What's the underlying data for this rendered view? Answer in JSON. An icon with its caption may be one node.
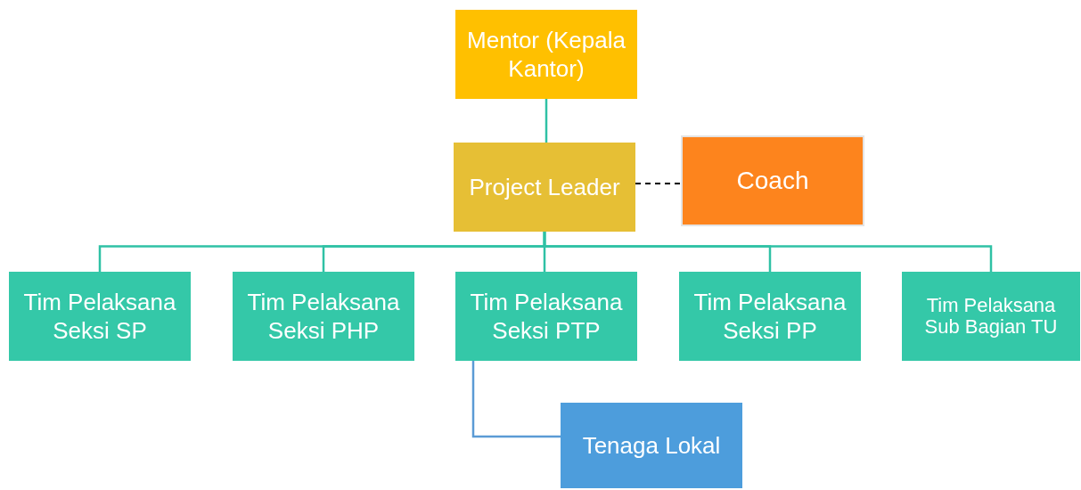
{
  "diagram": {
    "nodes": [
      {
        "text": [
          "Mentor (Kepala Kantor)"
        ]
      },
      {
        "text": [
          "Project Leader"
        ]
      },
      {
        "text": [
          "Coach"
        ]
      },
      {
        "text": [
          "Tim Pelaksana Seksi SP"
        ]
      },
      {
        "text": [
          "Tim Pelaksana Seksi PHP"
        ]
      },
      {
        "text": [
          "Tim Pelaksana Seksi PTP"
        ]
      },
      {
        "text": [
          "Tim Pelaksana Seksi PP"
        ]
      },
      {
        "text": [
          "Tim Pelaksana Sub Bagian TU"
        ]
      },
      {
        "text": [
          "Tenaga Lokal"
        ]
      }
    ],
    "edges": [
      {
        "from": 0,
        "to": 1,
        "arrow": "none"
      },
      {
        "from": 1,
        "to": 2,
        "arrow": "none",
        "style": "dashed",
        "color": "#000000"
      },
      {
        "from": 1,
        "to": 3,
        "arrow": "none"
      },
      {
        "from": 1,
        "to": 4,
        "arrow": "none"
      },
      {
        "from": 1,
        "to": 5,
        "arrow": "none"
      },
      {
        "from": 1,
        "to": 6,
        "arrow": "none"
      },
      {
        "from": 1,
        "to": 7,
        "arrow": "none"
      },
      {
        "from": 5,
        "to": 8,
        "arrow": "none",
        "color": "#5b9bd5"
      }
    ]
  }
}
